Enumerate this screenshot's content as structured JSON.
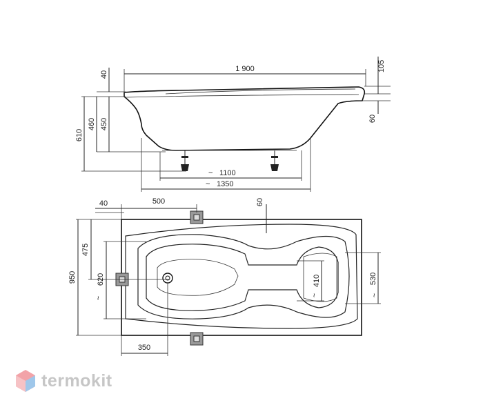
{
  "brand": {
    "name": "termokit",
    "color": "#c6c6c6",
    "icon": "hexagon-logo-icon",
    "logo_colors": [
      "#f2a3a8",
      "#9fc7ea"
    ]
  },
  "side_view": {
    "total_length": "1 900",
    "rim_height": "40",
    "height_610": "610",
    "height_460": "460",
    "height_450": "450",
    "right_105": "105",
    "right_60": "60",
    "leg_span": "1100",
    "base_span": "1350",
    "approx_symbol": "~"
  },
  "top_view": {
    "offset_40": "40",
    "width_500": "500",
    "depth_60": "60",
    "overall_width": "950",
    "half_width": "475",
    "head_620": "620",
    "neck_410": "410",
    "back_530": "530",
    "drain_350": "350",
    "approx_symbol": "~"
  }
}
